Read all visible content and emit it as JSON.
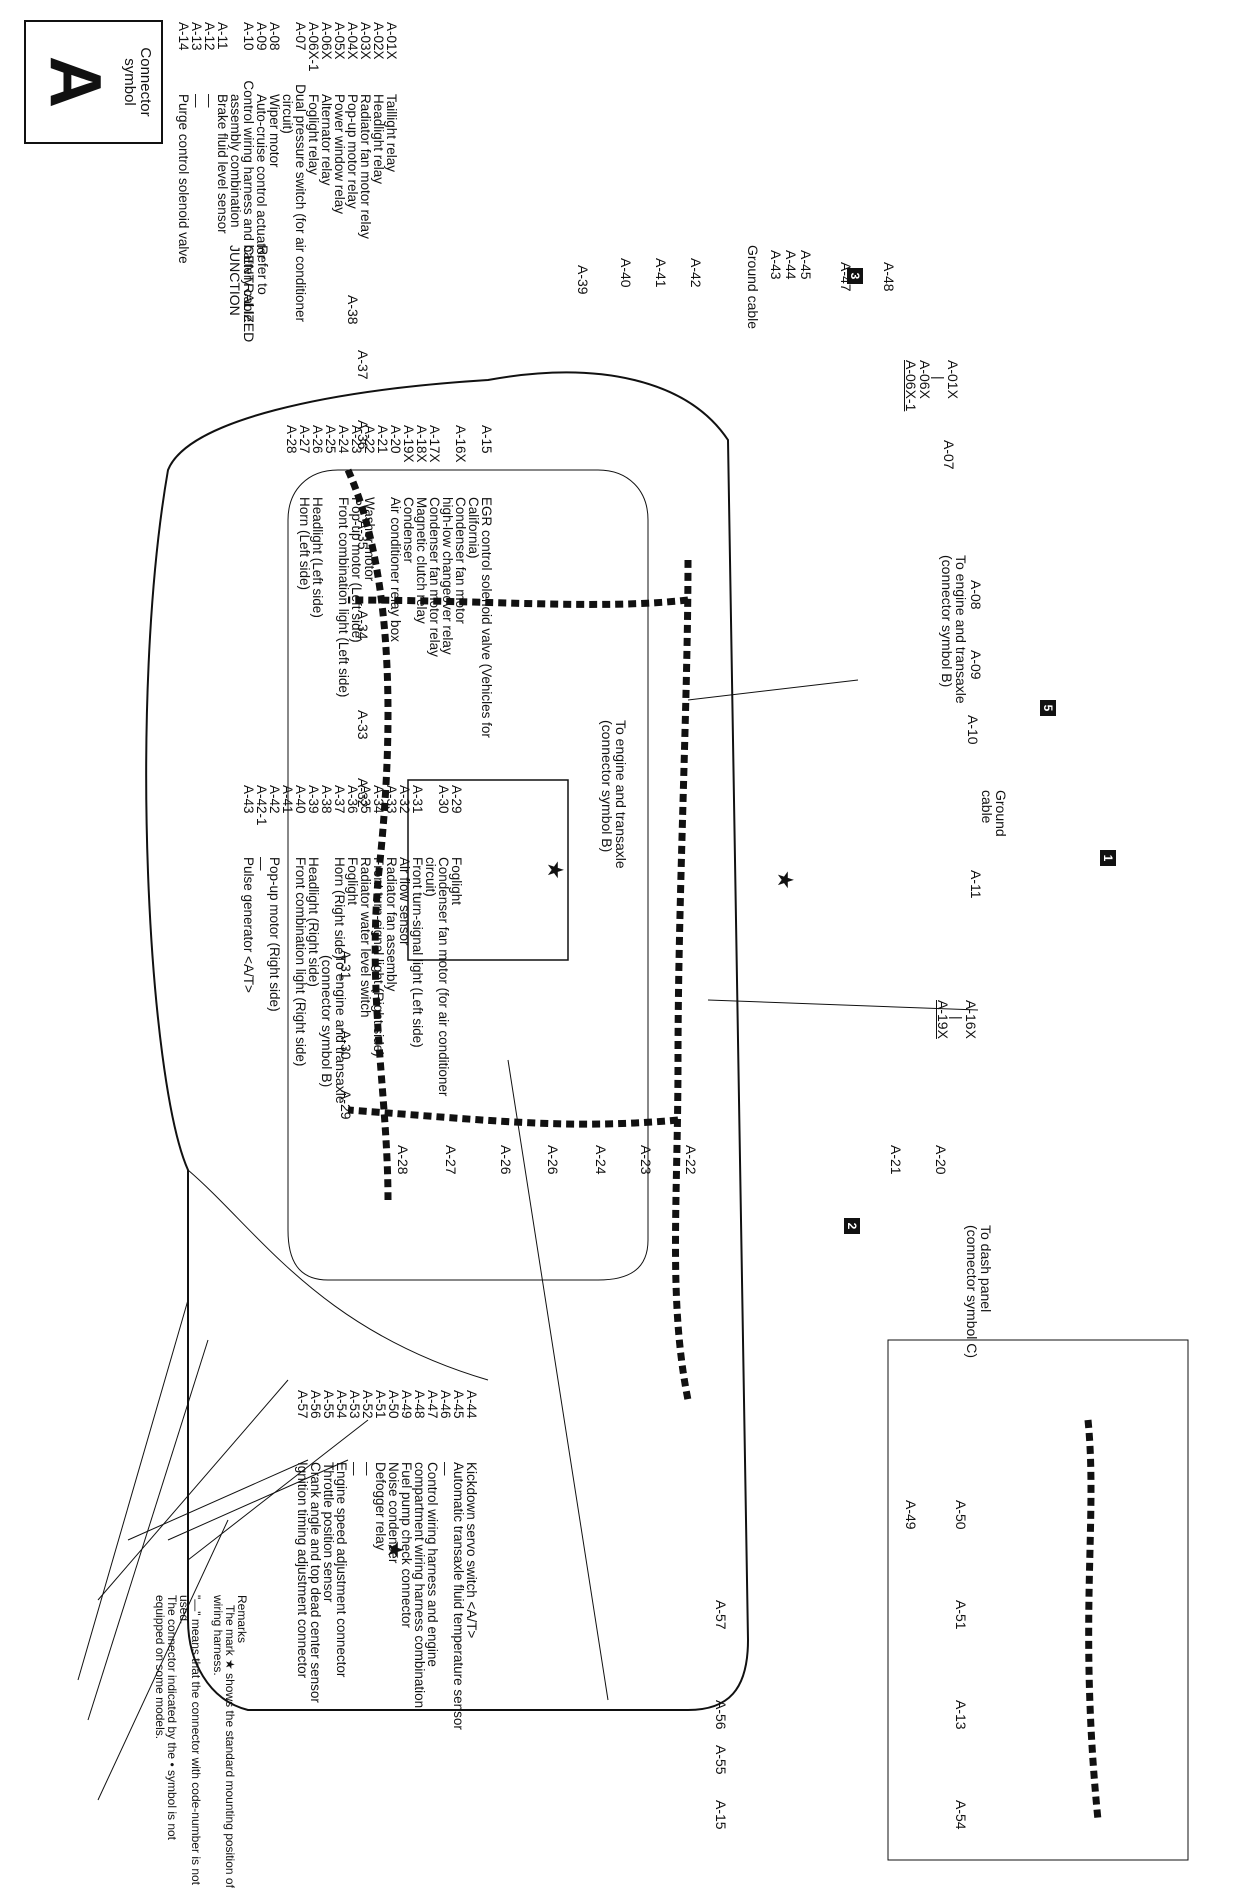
{
  "connector_symbol": {
    "label_line1": "Connector",
    "label_line2": "symbol",
    "letter": "A"
  },
  "list1": [
    {
      "code": "A-01X",
      "desc": "Taillight relay"
    },
    {
      "code": "A-02X",
      "desc": "Headlight relay"
    },
    {
      "code": "A-03X",
      "desc": "Radiator fan motor relay"
    },
    {
      "code": "A-04X",
      "desc": "Pop-up motor relay"
    },
    {
      "code": "A-05X",
      "desc": "Power window relay"
    },
    {
      "code": "A-06X",
      "desc": "Alternator relay"
    },
    {
      "code": "A-06X-1",
      "desc": "Foglight relay"
    },
    {
      "code": "A-07",
      "desc": "Dual pressure switch (for air conditioner"
    },
    {
      "code": "",
      "desc": "circuit)"
    },
    {
      "code": "A-08",
      "desc": "Wiper motor"
    },
    {
      "code": "A-09",
      "desc": "Auto-cruise control actuator"
    },
    {
      "code": "A-10",
      "desc": "Control wiring harness and battery cable"
    },
    {
      "code": "",
      "desc": "assembly combination"
    },
    {
      "code": "A-11",
      "desc": "Brake fluid level sensor"
    },
    {
      "code": "A-12",
      "desc": "—"
    },
    {
      "code": "A-13",
      "desc": "—"
    },
    {
      "code": "A-14",
      "desc": "Purge control solenoid valve"
    }
  ],
  "list1_note": {
    "line1": "Refer to",
    "line2": "CENTRALIZED",
    "line3": "JUNCTION"
  },
  "list2": [
    {
      "code": "A-15",
      "desc": "EGR control solenoid valve (Vehicles for"
    },
    {
      "code": "",
      "desc": "California)"
    },
    {
      "code": "A-16X",
      "desc": "Condenser fan motor"
    },
    {
      "code": "",
      "desc": "high-low changeover relay"
    },
    {
      "code": "A-17X",
      "desc": "Condenser fan motor relay"
    },
    {
      "code": "A-18X",
      "desc": "Magnetic clutch relay"
    },
    {
      "code": "A-19X",
      "desc": "Condenser"
    },
    {
      "code": "A-20",
      "desc": "Air conditioner relay box"
    },
    {
      "code": "A-21",
      "desc": ""
    },
    {
      "code": "A-22",
      "desc": "Washer motor"
    },
    {
      "code": "A-23",
      "desc": "Pop-up motor (Left side)"
    },
    {
      "code": "A-24",
      "desc": "Front combination light (Left side)"
    },
    {
      "code": "A-25",
      "desc": ""
    },
    {
      "code": "A-26",
      "desc": "Headlight (Left side)"
    },
    {
      "code": "A-27",
      "desc": "Horn (Left side)"
    },
    {
      "code": "A-28",
      "desc": ""
    }
  ],
  "list3": [
    {
      "code": "A-29",
      "desc": "Foglight"
    },
    {
      "code": "A-30",
      "desc": "Condenser fan motor (for air conditioner"
    },
    {
      "code": "",
      "desc": "circuit)"
    },
    {
      "code": "A-31",
      "desc": "Front turn-signal light (Left side)"
    },
    {
      "code": "A-32",
      "desc": "Air flow sensor"
    },
    {
      "code": "A-33",
      "desc": "Radiator fan assembly"
    },
    {
      "code": "A-34",
      "desc": "Front turn-signal light (Right side)"
    },
    {
      "code": "A-35",
      "desc": "Radiator water level switch"
    },
    {
      "code": "A-36",
      "desc": "Foglight"
    },
    {
      "code": "A-37",
      "desc": "Horn (Right side)"
    },
    {
      "code": "A-38",
      "desc": ""
    },
    {
      "code": "A-39",
      "desc": "Headlight (Right side)"
    },
    {
      "code": "A-40",
      "desc": "Front combination light (Right side)"
    },
    {
      "code": "A-41",
      "desc": ""
    },
    {
      "code": "A-42",
      "desc": "Pop-up motor (Right side)"
    },
    {
      "code": "A-42-1",
      "desc": "—"
    },
    {
      "code": "A-43",
      "desc": "Pulse generator <A/T>"
    }
  ],
  "list4": [
    {
      "code": "A-44",
      "desc": "Kickdown servo switch <A/T>"
    },
    {
      "code": "A-45",
      "desc": "Automatic transaxle fluid temperature sensor"
    },
    {
      "code": "A-46",
      "desc": "—"
    },
    {
      "code": "A-47",
      "desc": "Control wiring harness and engine"
    },
    {
      "code": "A-48",
      "desc": "compartment wiring harness combination"
    },
    {
      "code": "A-49",
      "desc": "Fuel pump check connector"
    },
    {
      "code": "A-50",
      "desc": "Noise condenser"
    },
    {
      "code": "A-51",
      "desc": "Defogger relay"
    },
    {
      "code": "A-52",
      "desc": "—"
    },
    {
      "code": "A-53",
      "desc": "—"
    },
    {
      "code": "A-54",
      "desc": "Engine speed adjustment connector"
    },
    {
      "code": "A-55",
      "desc": "Throttle position sensor"
    },
    {
      "code": "A-56",
      "desc": "Crank angle and top dead center sensor"
    },
    {
      "code": "A-57",
      "desc": "Ignition timing adjustment connector"
    }
  ],
  "remarks": {
    "title": "Remarks",
    "line1": "The mark ★ shows the standard mounting position of",
    "line2": "wiring harness.",
    "line3": "\"—\" means that the connector with code-number is not",
    "line4": "used.",
    "line5": "The connector indicated by the • symbol is not",
    "line6": "equipped on some models."
  },
  "diagram": {
    "top_group": {
      "l1": "A-01X",
      "l2": "|",
      "l3": "A-06X",
      "l4": "A-06X-1"
    },
    "to_engine_top": {
      "l1": "To engine and transaxle",
      "l2": "(connector symbol B)"
    },
    "to_engine_mid": {
      "l1": "To engine and transaxle",
      "l2": "(connector symbol B)"
    },
    "to_engine_bottom": {
      "l1": "To engine and transaxle",
      "l2": "(connector symbol B)"
    },
    "to_dash": {
      "l1": "To dash panel",
      "l2": "(connector symbol C)"
    },
    "ground_cable_top": "Ground cable",
    "ground_cable_right": {
      "l1": "Ground",
      "l2": "cable"
    },
    "right_group": {
      "l1": "A-16X",
      "l2": "|",
      "l3": "A-19X"
    },
    "badges": [
      "3",
      "5",
      "1",
      "2"
    ],
    "labels_top": [
      "A-39",
      "A-40",
      "A-41",
      "A-42",
      "A-43",
      "A-44",
      "A-45",
      "A-47",
      "A-48",
      "A-07"
    ],
    "labels_left": [
      "A-38",
      "A-37",
      "A-36",
      "A-35",
      "A-34",
      "A-33",
      "A-32",
      "A-31",
      "A-30",
      "A-29"
    ],
    "labels_right": [
      "A-08",
      "A-09",
      "A-10",
      "A-11"
    ],
    "labels_bottom": [
      "A-28",
      "A-27",
      "A-26",
      "A-26",
      "A-24",
      "A-23",
      "A-22",
      "A-21",
      "A-20"
    ],
    "inset_labels": [
      "A-49",
      "A-50",
      "A-51",
      "A-13",
      "A-54",
      "A-57",
      "A-56",
      "A-55",
      "A-15"
    ]
  }
}
